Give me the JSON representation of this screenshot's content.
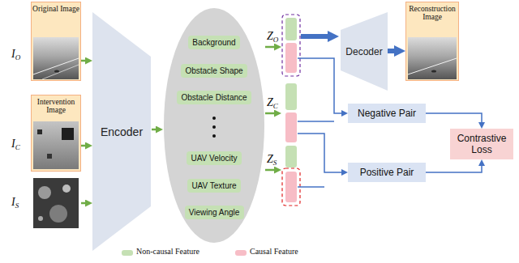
{
  "diagram": {
    "nodes": [
      {
        "text": [
          "Original Image"
        ]
      },
      {
        "text": [
          "Intervention Image"
        ]
      },
      {
        "text": [
          "Encoder"
        ]
      },
      {
        "text": [
          "Background"
        ]
      },
      {
        "text": [
          "Obstacle Shape"
        ]
      },
      {
        "text": [
          "Obstacle Distance"
        ]
      },
      {
        "text": [
          "UAV Velocity"
        ]
      },
      {
        "text": [
          "UAV Texture"
        ]
      },
      {
        "text": [
          "Viewing Angle"
        ]
      },
      {
        "text": [
          "Decoder"
        ]
      },
      {
        "text": [
          "Reconstruction Image"
        ]
      },
      {
        "text": [
          "Negative Pair"
        ]
      },
      {
        "text": [
          "Positive Pair"
        ]
      },
      {
        "text": [
          "Contrastive Loss"
        ]
      }
    ],
    "edges": [
      {
        "from": 0,
        "to": 2,
        "arrow": "to"
      },
      {
        "from": 1,
        "to": 2,
        "arrow": "to"
      },
      {
        "from": 9,
        "to": 10,
        "arrow": "to"
      },
      {
        "from": 11,
        "to": 13,
        "arrow": "to"
      },
      {
        "from": 12,
        "to": 13,
        "arrow": "to"
      }
    ],
    "labels": [
      "IO",
      "IC",
      "IS",
      "ZO",
      "ZC",
      "ZS"
    ],
    "legend": [
      {
        "text": "Non-causal Feature",
        "color": "#c5e0b4"
      },
      {
        "text": "Causal Feature",
        "color": "#f7bdc6"
      }
    ]
  }
}
